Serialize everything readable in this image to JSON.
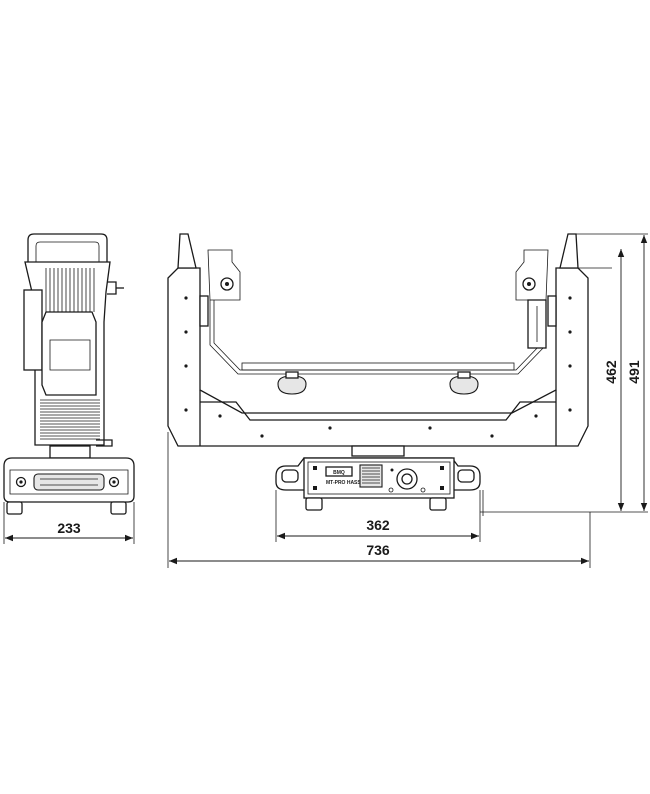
{
  "dimensions": {
    "side_width": "233",
    "total_width": "736",
    "base_width": "362",
    "yoke_height": "462",
    "total_height": "491"
  },
  "panel": {
    "brand_logo": "BMQ",
    "model_text": "MT-PRO HASSS M"
  },
  "colors": {
    "line": "#1a1a1a",
    "background": "#ffffff",
    "fill_light": "#e6e6e6"
  }
}
